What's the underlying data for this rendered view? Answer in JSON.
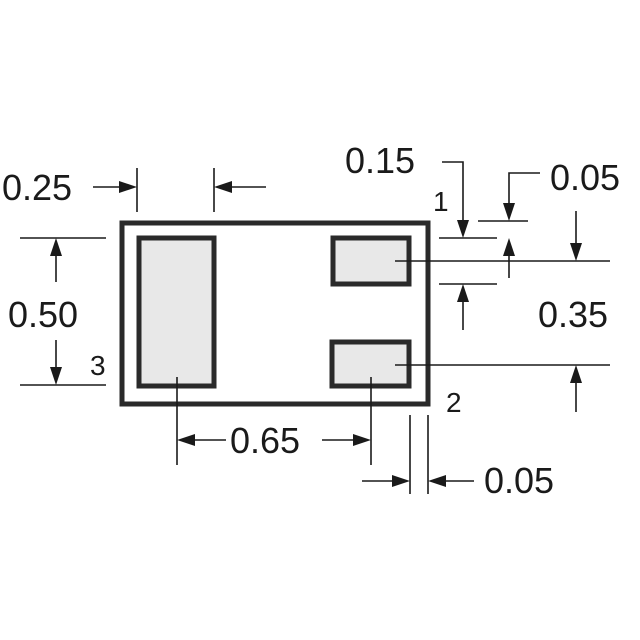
{
  "dimensions": {
    "pad_width": "0.25",
    "pad_gap": "0.15",
    "edge_offset_top": "0.05",
    "pad_height_large": "0.50",
    "pad_pitch": "0.35",
    "center_span": "0.65",
    "edge_offset_bottom": "0.05"
  },
  "pins": {
    "pin1": "1",
    "pin2": "2",
    "pin3": "3"
  }
}
